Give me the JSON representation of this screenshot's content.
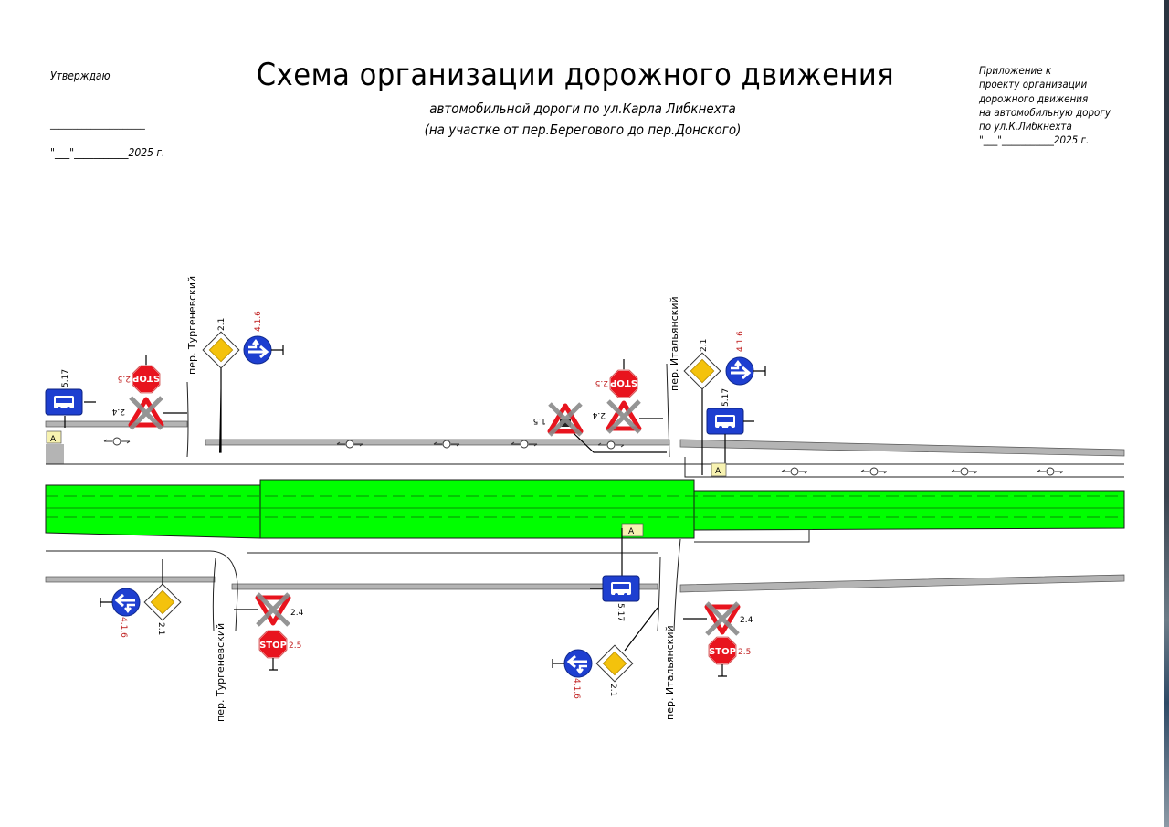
{
  "header": {
    "title": "Схема организации дорожного движения",
    "subtitle_line1": "автомобильной дороги по ул.Карла Либкнехта",
    "subtitle_line2": "(на участке от пер.Берегового до пер.Донского)"
  },
  "approval": {
    "label": "Утверждаю",
    "signature_line": "_____________________",
    "date_line": "\"___\"___________2025 г."
  },
  "annex_note": {
    "lines": [
      "Приложение к",
      "проекту организации",
      "дорожного движения",
      "на автомобильную дорогу",
      "по ул.К.Либкнехта",
      "\"___\"___________2025 г."
    ]
  },
  "streets": {
    "turgenevsky": "пер. Тургеневский",
    "italyansky": "пер. Итальянский"
  },
  "sign_codes": {
    "main_road": "2.1",
    "give_way": "2.4",
    "stop": "2.5",
    "pedestrian_crossing": "1.5",
    "detour": "4.1.6",
    "bus_stop": "5.17"
  },
  "sign_text": {
    "stop": "STOP",
    "bus_stop_marker": "А"
  },
  "colors": {
    "road_fill": "#00ff00",
    "sign_blue": "#1e3fd0",
    "stop_red": "#e8141e",
    "diamond_yellow": "#f4c20c",
    "sign_code_red": "#c02020",
    "curb_gray": "#b4b4b4"
  }
}
